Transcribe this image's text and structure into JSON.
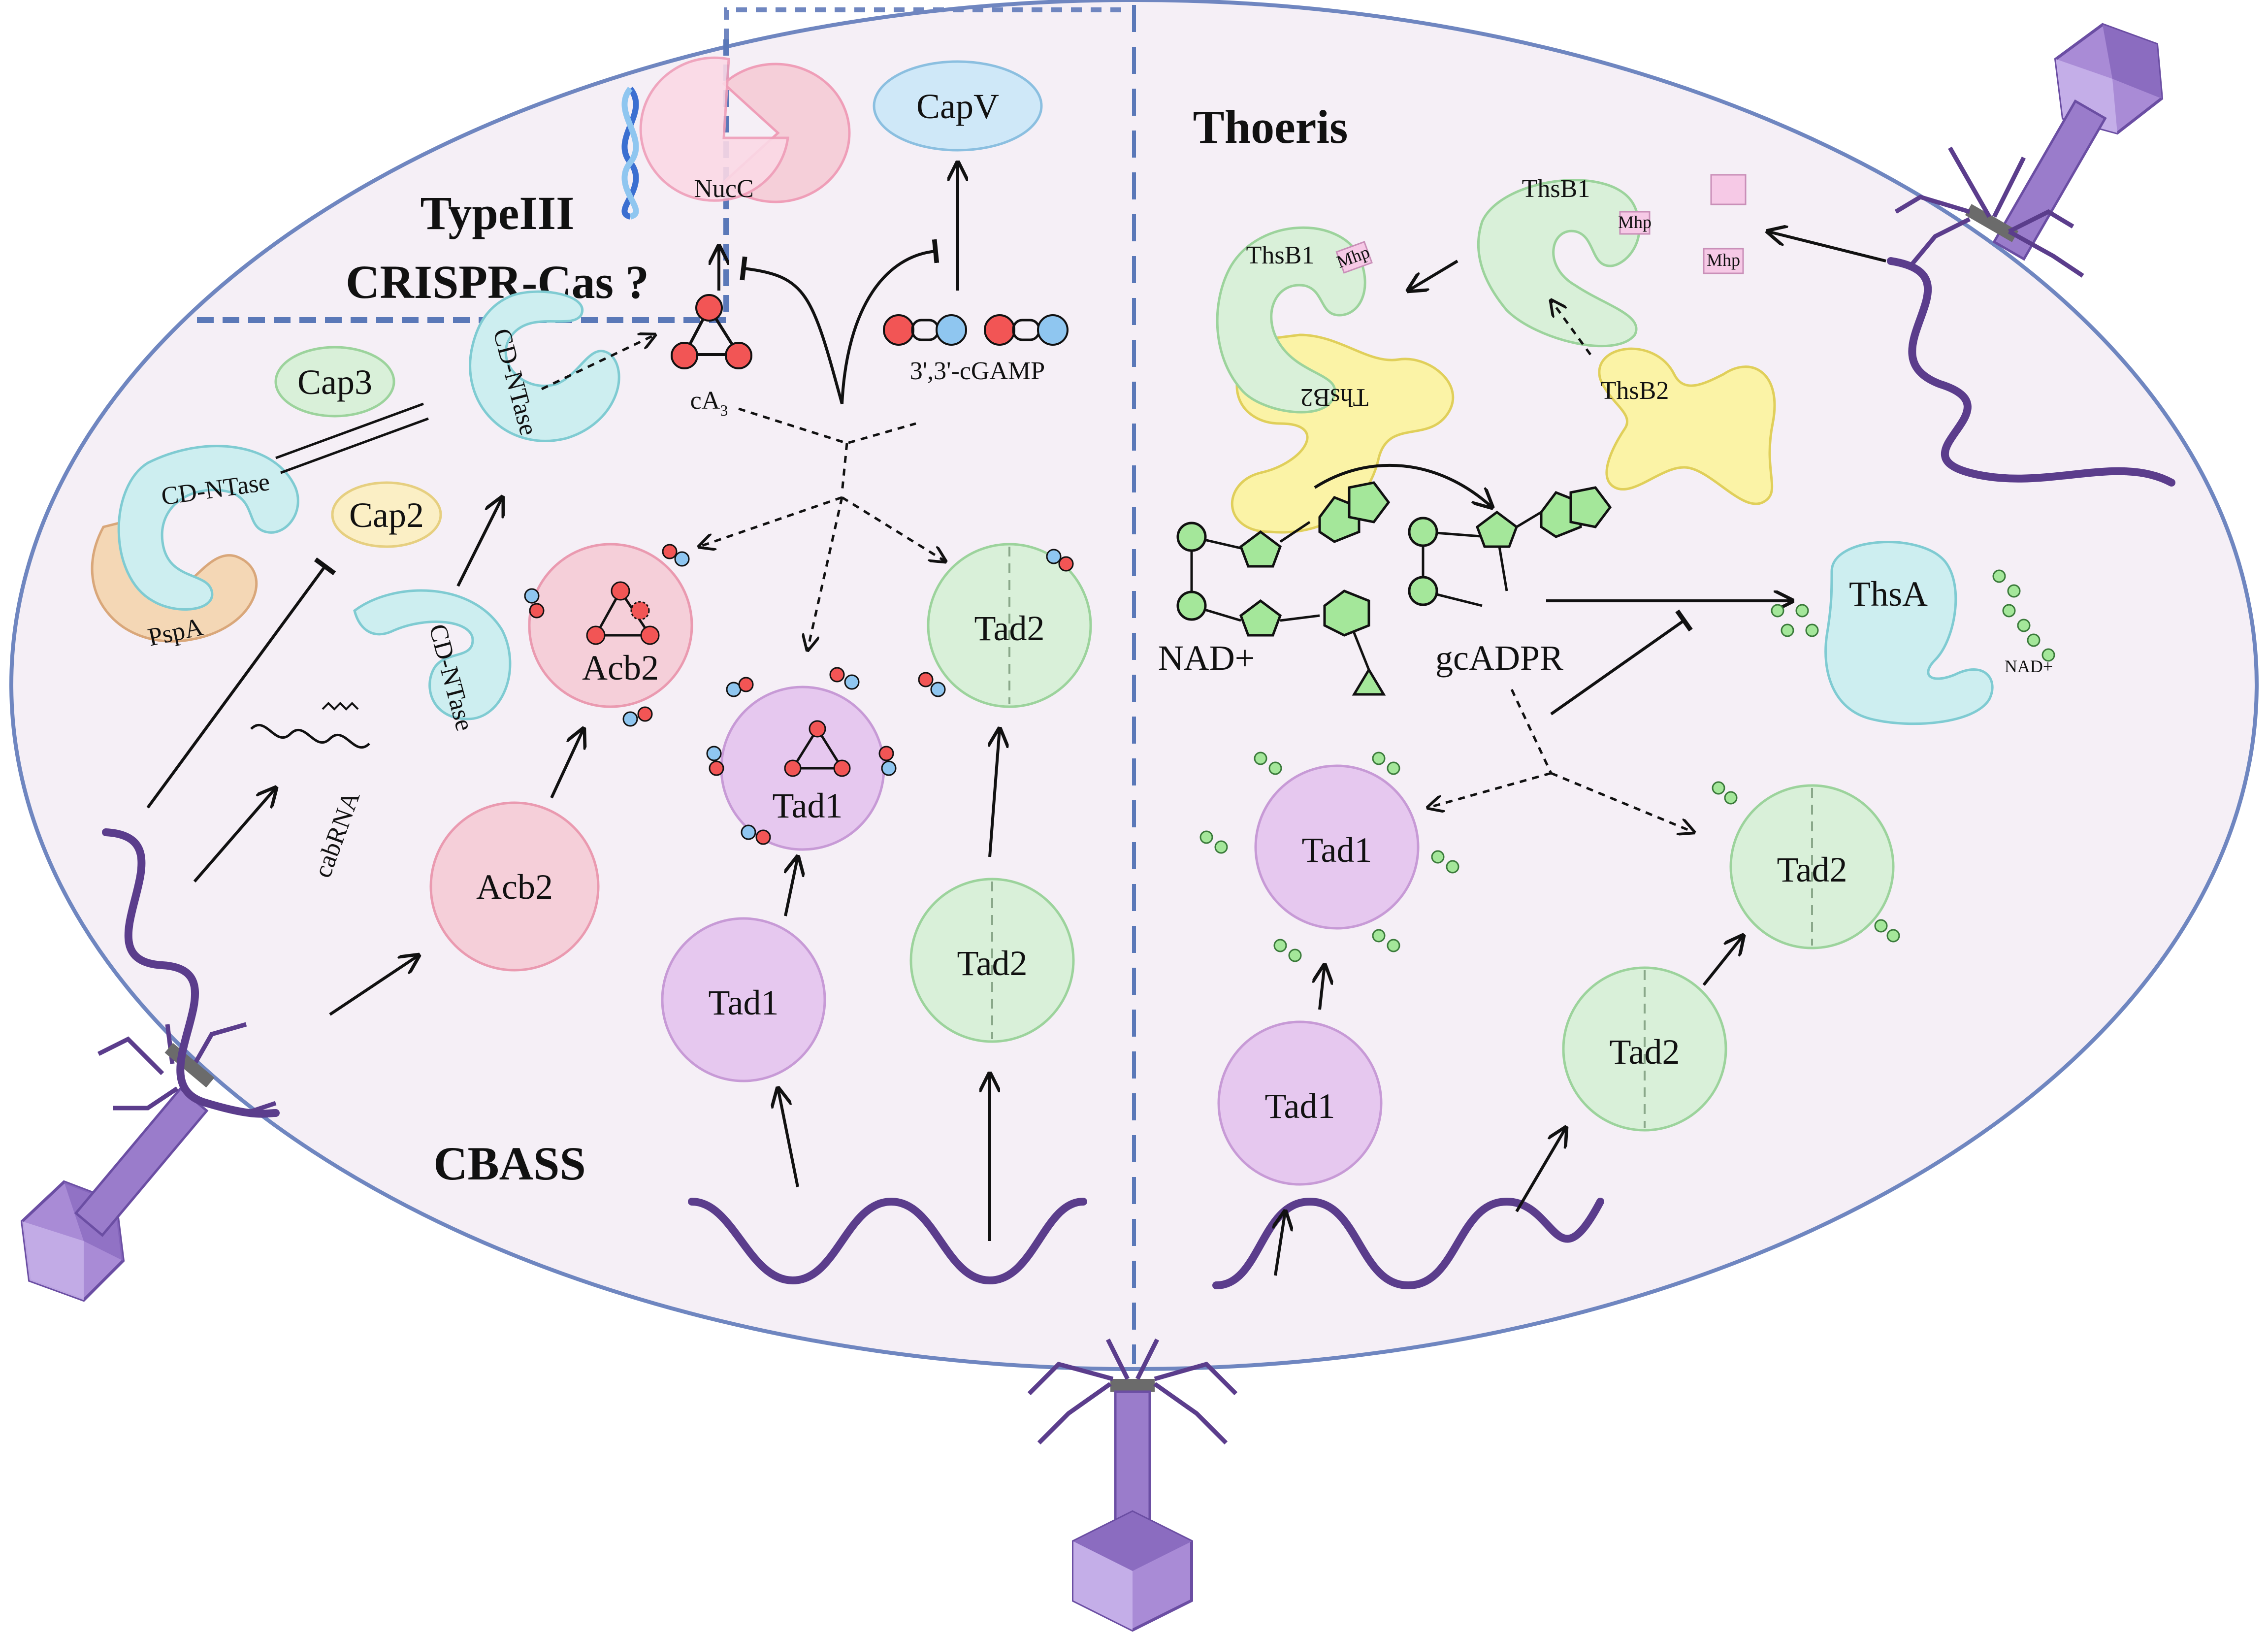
{
  "sections": {
    "cbass": "CBASS",
    "thoeris": "Thoeris",
    "type3_line1": "TypeIII",
    "type3_line2": "CRISPR-Cas ?"
  },
  "labels": {
    "nucc": "NucC",
    "capv": "CapV",
    "cap3": "Cap3",
    "cap2": "Cap2",
    "cdntase": "CD-NTase",
    "pspa": "PspA",
    "ca3": "cA",
    "ca3_sub": "3",
    "cgamp": "3',3'-cGAMP",
    "cabrna": "cabRNA",
    "acb2": "Acb2",
    "tad1": "Tad1",
    "tad2": "Tad2",
    "thsb1": "ThsB1",
    "thsb2": "ThsB2",
    "mhp": "Mhp",
    "nad": "NAD+",
    "gcadpr": "gcADPR",
    "thsa": "ThsA",
    "thsa_nad": "NAD+"
  },
  "colors": {
    "cell_fill": "#f5eff6",
    "cell_stroke": "#6f86c0",
    "divider": "#5a78b8",
    "phage": "#8a6bbf",
    "wave": "#5b3d8c",
    "pink_protein": "#f5cfd9",
    "green_protein": "#d9f0d9",
    "purple_protein": "#e6c8ef",
    "cyan_protein": "#cdeef0",
    "yellow_protein": "#fbf3a6",
    "orange_protein": "#f4d7b5",
    "blue_protein": "#cfe8f8",
    "red_node": "#f25555",
    "blue_node": "#8fc6f0",
    "green_node": "#a4e79a"
  }
}
